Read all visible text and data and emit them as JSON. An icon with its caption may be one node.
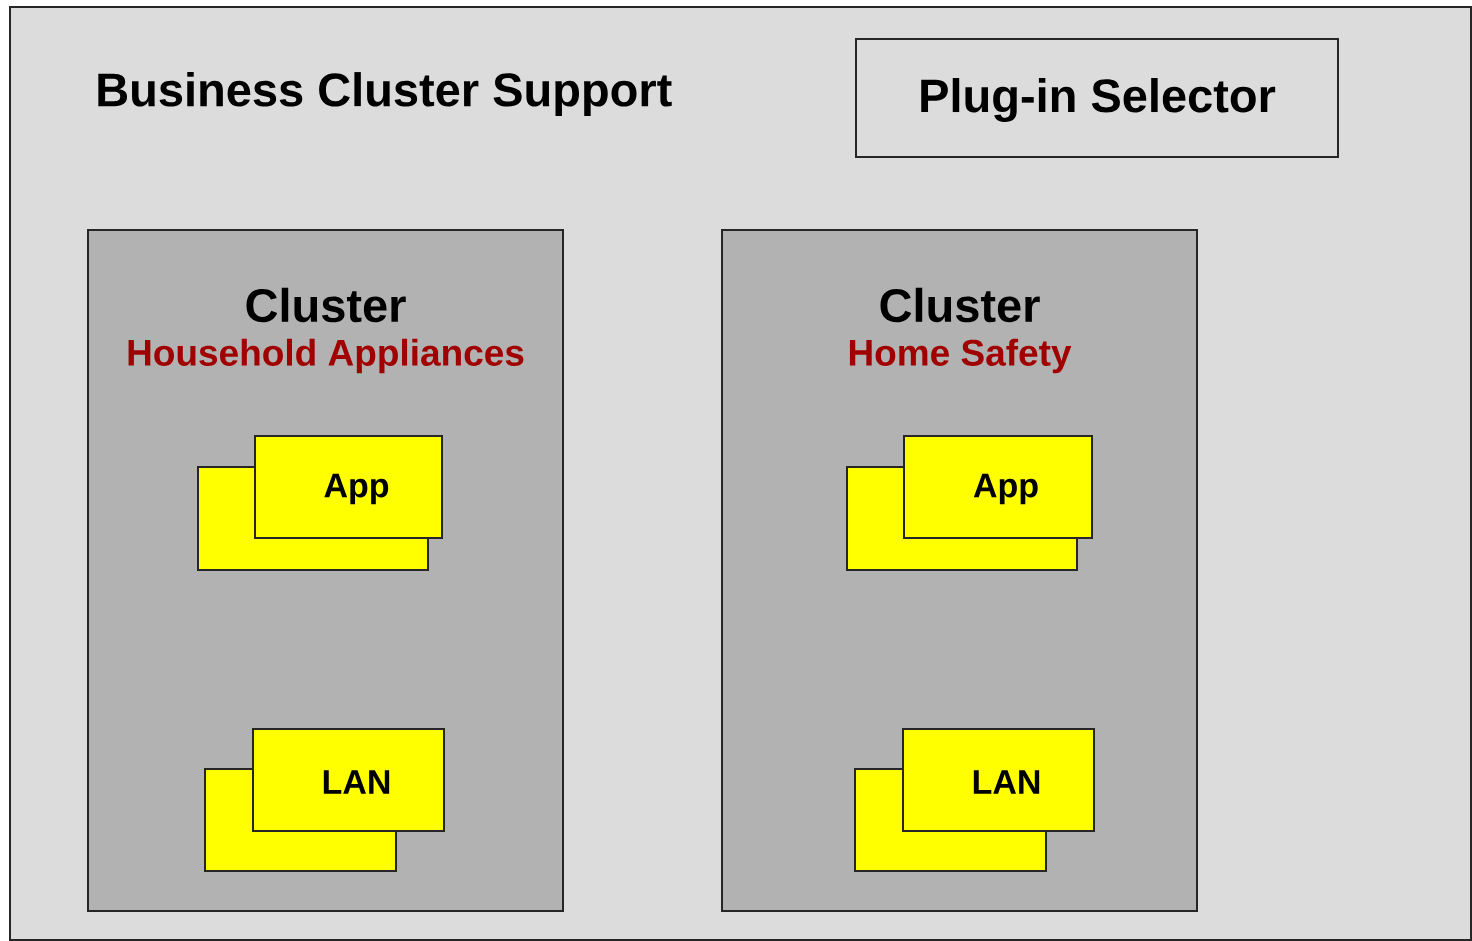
{
  "diagram": {
    "nodes": [
      {
        "text": [
          "Business Cluster Support"
        ]
      },
      {
        "text": [
          "Plug-in Selector"
        ],
        "in": 0
      },
      {
        "text": [
          "Cluster",
          "Household Appliances"
        ],
        "in": 0
      },
      {
        "text": [],
        "shape": "box",
        "in": 2
      },
      {
        "text": [
          "App"
        ],
        "in": 2
      },
      {
        "text": [],
        "shape": "box",
        "in": 2
      },
      {
        "text": [
          "LAN"
        ],
        "in": 2
      },
      {
        "text": [
          "Cluster",
          "Home Safety"
        ],
        "in": 0
      },
      {
        "text": [],
        "shape": "box",
        "in": 7
      },
      {
        "text": [
          "App"
        ],
        "in": 7
      },
      {
        "text": [],
        "shape": "box",
        "in": 7
      },
      {
        "text": [
          "LAN"
        ],
        "in": 7
      }
    ]
  }
}
